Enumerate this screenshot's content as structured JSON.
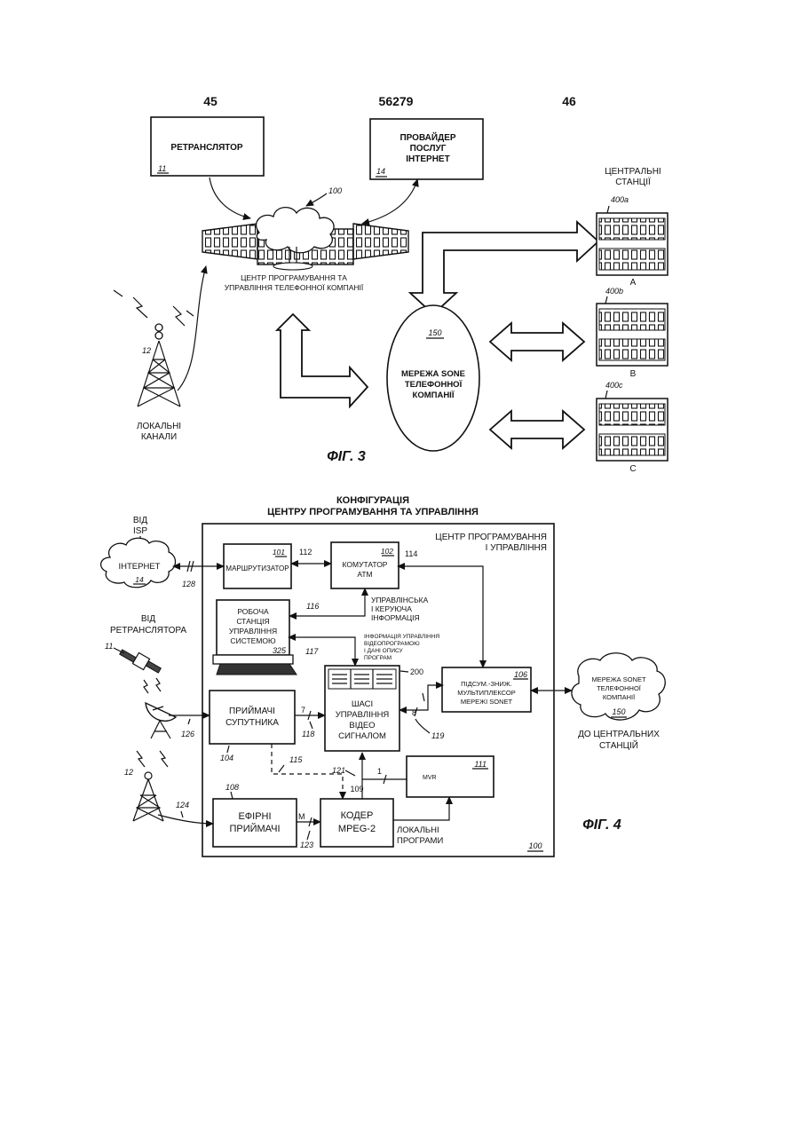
{
  "page": {
    "number_left": "45",
    "patent_number": "56279",
    "number_right": "46"
  },
  "fig3": {
    "caption": "ФІГ. 3",
    "relay": {
      "label": "РЕТРАНСЛЯТОР",
      "ref": "11"
    },
    "isp": {
      "line1": "ПРОВАЙДЕР",
      "line2": "ПОСЛУГ",
      "line3": "ІНТЕРНЕТ",
      "ref": "14"
    },
    "center_ref": "100",
    "center_label_line1": "ЦЕНТР ПРОГРАМУВАННЯ ТА",
    "center_label_line2": "УПРАВЛІННЯ ТЕЛЕФОННОЇ КОМПАНІЇ",
    "tower_ref": "12",
    "local_line1": "ЛОКАЛЬНІ",
    "local_line2": "КАНАЛИ",
    "network": {
      "ref": "150",
      "line1": "МЕРЕЖА SONE",
      "line2": "ТЕЛЕФОННОЇ",
      "line3": "КОМПАНІЇ"
    },
    "stations_title_line1": "ЦЕНТРАЛЬНІ",
    "stations_title_line2": "СТАНЦІЇ",
    "stations": [
      {
        "ref": "400a",
        "letter": "A"
      },
      {
        "ref": "400b",
        "letter": "B"
      },
      {
        "ref": "400c",
        "letter": "C"
      }
    ]
  },
  "fig4": {
    "title_line1": "КОНФІГУРАЦІЯ",
    "title_line2": "ЦЕНТРУ ПРОГРАМУВАННЯ ТА УПРАВЛІННЯ",
    "caption": "ФІГ. 4",
    "frame_label_line1": "ЦЕНТР ПРОГРАМУВАННЯ",
    "frame_label_line2": "І УПРАВЛІННЯ",
    "frame_ref": "100",
    "from_isp_line1": "ВІД",
    "from_isp_line2": "ISP",
    "internet_cloud": {
      "label": "ІНТЕРНЕТ",
      "ref": "14"
    },
    "from_relay_line1": "ВІД",
    "from_relay_line2": "РЕТРАНСЛЯТОРА",
    "relay_ref": "11",
    "tower_ref": "12",
    "router": {
      "label": "МАРШРУТИЗАТОР",
      "ref": "101"
    },
    "atm": {
      "line1": "КОМУТАТОР",
      "line2": "АТМ",
      "ref": "102"
    },
    "workstation": {
      "line1": "РОБОЧА",
      "line2": "СТАНЦІЯ",
      "line3": "УПРАВЛІННЯ",
      "line4": "СИСТЕМОЮ",
      "ref": "325"
    },
    "control_info_line1": "УПРАВЛІНСЬКА",
    "control_info_line2": "І КЕРУЮЧА",
    "control_info_line3": "ІНФОРМАЦІЯ",
    "video_info_line1": "ІНФОРМАЦІЯ УПРАВЛІННЯ",
    "video_info_line2": "ВІДЕОПРОГРАМОЮ",
    "video_info_line3": "І ДАНІ ОПИСУ",
    "video_info_line4": "ПРОГРАМ",
    "chassis": {
      "line1": "ШАСІ",
      "line2": "УПРАВЛІННЯ",
      "line3": "ВІДЕО",
      "line4": "СИГНАЛОМ",
      "ref": "200"
    },
    "mux": {
      "line1": "ПІДСУМ.-ЗНИЖ.",
      "line2": "МУЛЬТИПЛЕКСОР",
      "line3": "МЕРЕЖІ SONET",
      "ref": "106"
    },
    "sonet_cloud": {
      "line1": "МЕРЕЖА SONET",
      "line2": "ТЕЛЕФОННОЇ",
      "line3": "КОМПАНІЇ",
      "ref": "150"
    },
    "to_stations_line1": "ДО ЦЕНТРАЛЬНИХ",
    "to_stations_line2": "СТАНЦІЙ",
    "sat_receivers": {
      "line1": "ПРИЙМАЧІ",
      "line2": "СУПУТНИКА",
      "ref": "104"
    },
    "air_receivers": {
      "line1": "ЕФІРНІ",
      "line2": "ПРИЙМАЧІ",
      "ref": "108"
    },
    "encoder": {
      "line1": "КОДЕР",
      "line2": "MPEG-2",
      "ref": "109"
    },
    "mvr_box": {
      "label": "MVR",
      "ref": "111"
    },
    "local_programs_line1": "ЛОКАЛЬНІ",
    "local_programs_line2": "ПРОГРАМИ",
    "bus": {
      "seven": "7",
      "eight": "8",
      "one": "1",
      "m": "M"
    },
    "refs": {
      "r112": "112",
      "r114": "114",
      "r116": "116",
      "r117": "117",
      "r118": "118",
      "r119": "119",
      "r115": "115",
      "r121": "121",
      "r123": "123",
      "r124": "124",
      "r126": "126",
      "r128": "128"
    }
  }
}
